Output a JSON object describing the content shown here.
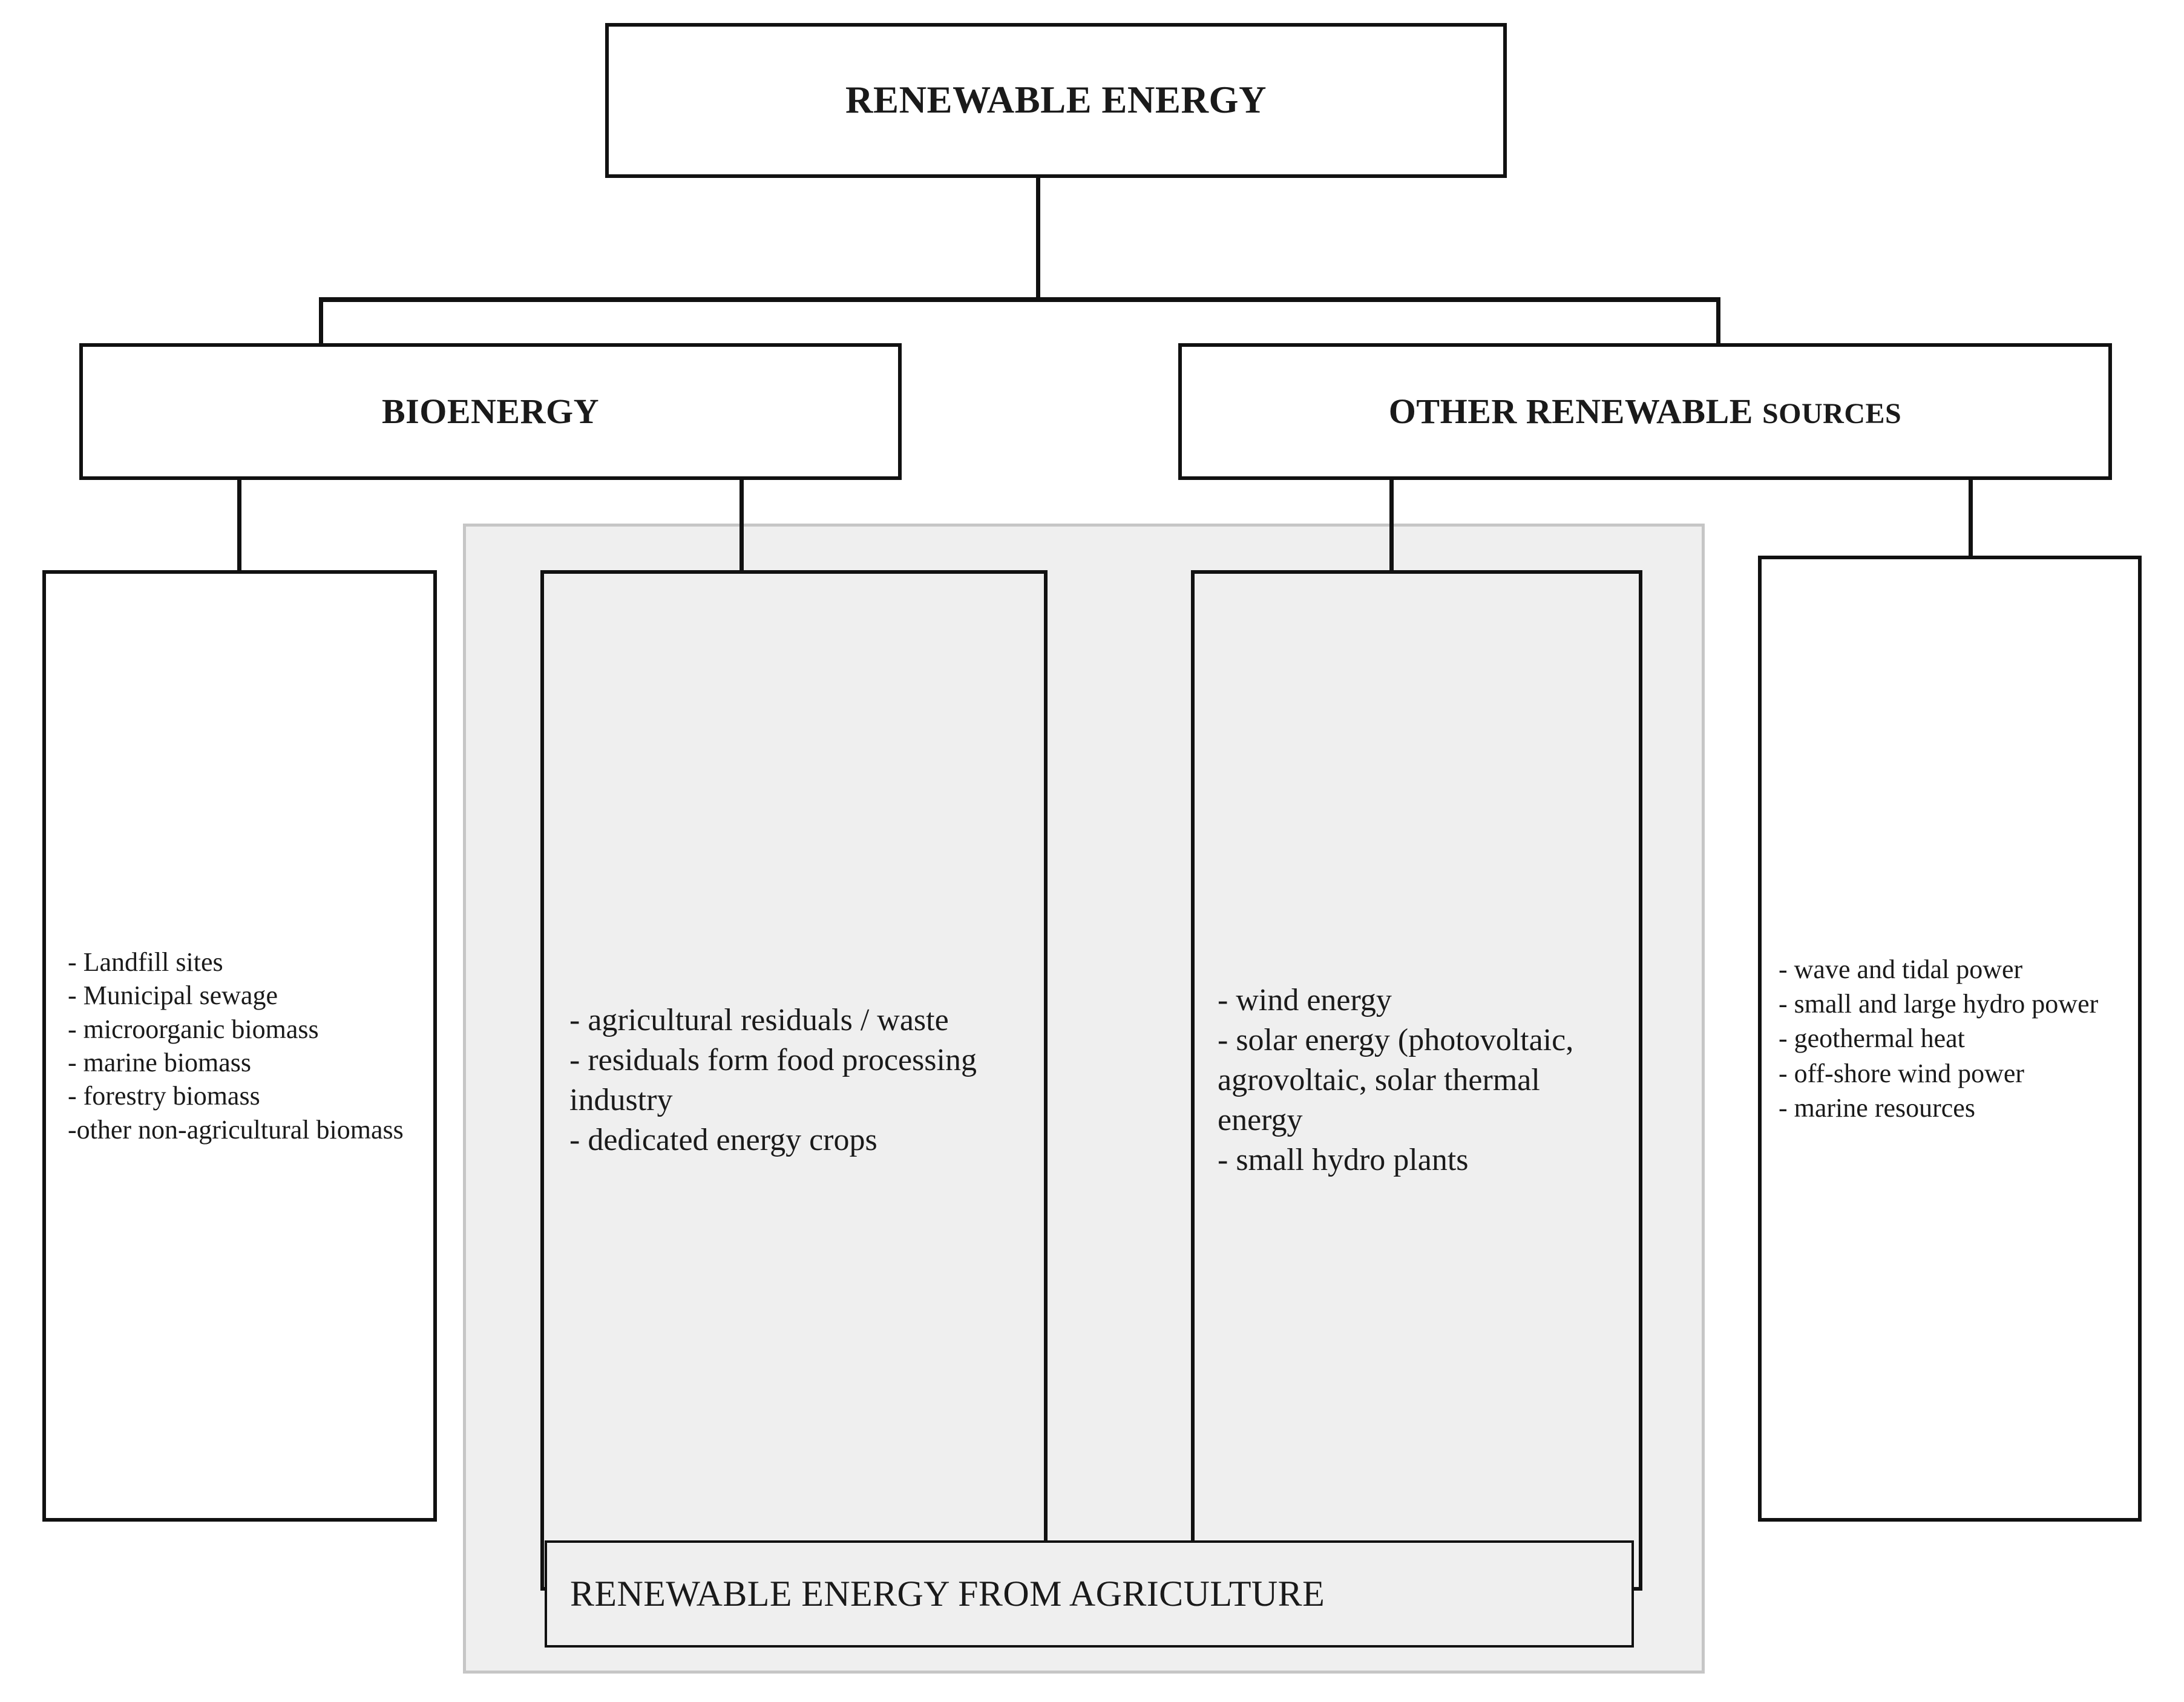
{
  "diagram": {
    "root": {
      "label": "RENEWABLE ENERGY"
    },
    "branches": [
      {
        "label": "BIOENERGY"
      },
      {
        "label_main": "OTHER RENEWABLE ",
        "label_small": "SOURCES"
      }
    ],
    "leaf_boxes": [
      {
        "id": "bioenergy-non-agricultural",
        "lines": [
          "- Landfill sites",
          "- Municipal sewage",
          "- microorganic biomass",
          "- marine biomass",
          "- forestry biomass",
          "-other non-agricultural biomass"
        ]
      },
      {
        "id": "bioenergy-agricultural",
        "lines": [
          "- agricultural residuals / waste",
          "- residuals form food processing industry",
          "- dedicated energy crops"
        ]
      },
      {
        "id": "other-renewable-agricultural",
        "lines": [
          "- wind energy",
          "- solar energy (photovoltaic, agrovoltaic, solar thermal energy",
          "- small hydro plants"
        ]
      },
      {
        "id": "other-renewable-non-agricultural",
        "lines": [
          "- wave and tidal power",
          "- small and large hydro power",
          "- geothermal heat",
          "- off-shore wind power",
          "- marine resources"
        ]
      }
    ],
    "group_panel": {
      "caption": "RENEWABLE ENERGY FROM AGRICULTURE"
    },
    "colors": {
      "stroke": "#111111",
      "panel_fill": "#efefef",
      "panel_border": "#c6c6c6",
      "page_background": "#ffffff"
    }
  }
}
